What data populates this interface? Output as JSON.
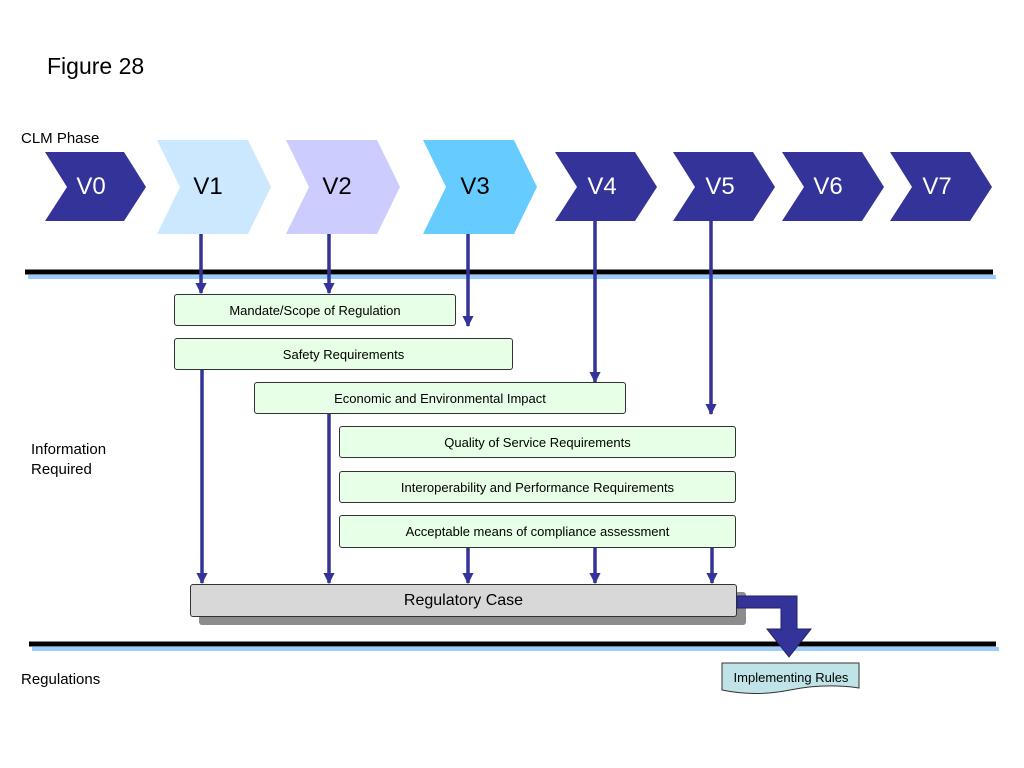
{
  "figure_title": "Figure 28",
  "labels": {
    "clm_phase": "CLM Phase",
    "information_required": "Information Required",
    "regulations": "Regulations"
  },
  "phases": [
    {
      "label": "V0",
      "color": "#333399",
      "text_color": "#ffffff"
    },
    {
      "label": "V1",
      "color": "#cce8ff",
      "text_color": "#000000"
    },
    {
      "label": "V2",
      "color": "#ccccff",
      "text_color": "#000000"
    },
    {
      "label": "V3",
      "color": "#66ccff",
      "text_color": "#000000"
    },
    {
      "label": "V4",
      "color": "#333399",
      "text_color": "#ffffff"
    },
    {
      "label": "V5",
      "color": "#333399",
      "text_color": "#ffffff"
    },
    {
      "label": "V6",
      "color": "#333399",
      "text_color": "#ffffff"
    },
    {
      "label": "V7",
      "color": "#333399",
      "text_color": "#ffffff"
    }
  ],
  "information_boxes": [
    "Mandate/Scope of Regulation",
    "Safety Requirements",
    "Economic and Environmental Impact",
    "Quality of Service Requirements",
    "Interoperability and Performance Requirements",
    "Acceptable means of compliance assessment"
  ],
  "regulatory_case": "Regulatory Case",
  "implementing_rules": "Implementing Rules",
  "colors": {
    "arrow": "#333399",
    "box_fill": "#e6ffe6",
    "implementing_rules_fill": "#bfe3e6",
    "divider_black": "#000000",
    "divider_blue": "#99ccff"
  }
}
